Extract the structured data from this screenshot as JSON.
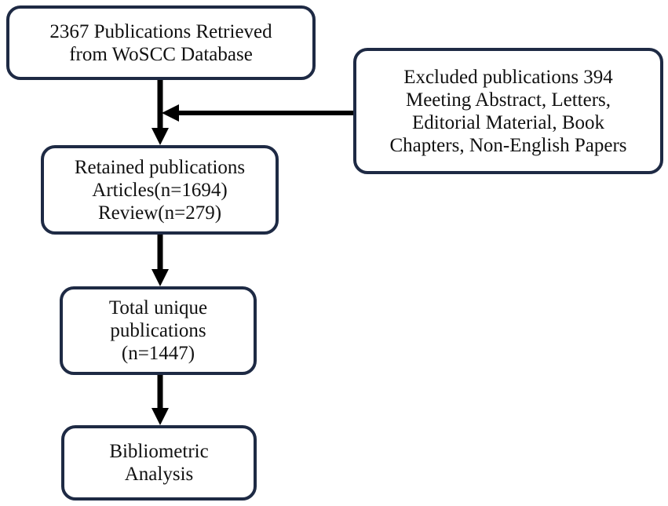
{
  "flow": {
    "retrieved": {
      "lines": [
        "2367 Publications Retrieved",
        "from WoSCC Database"
      ]
    },
    "excluded": {
      "lines": [
        "Excluded publications 394",
        "Meeting Abstract, Letters,",
        "Editorial Material, Book",
        "Chapters, Non-English  Papers"
      ]
    },
    "retained": {
      "lines": [
        "Retained publications",
        "Articles(n=1694)",
        "Review(n=279)"
      ]
    },
    "unique": {
      "lines": [
        "Total unique",
        "publications",
        "(n=1447)"
      ]
    },
    "analysis": {
      "lines": [
        "Bibliometric",
        "Analysis"
      ]
    }
  },
  "colors": {
    "border": "#1e2a44",
    "arrow": "#000000",
    "text": "#111111"
  }
}
